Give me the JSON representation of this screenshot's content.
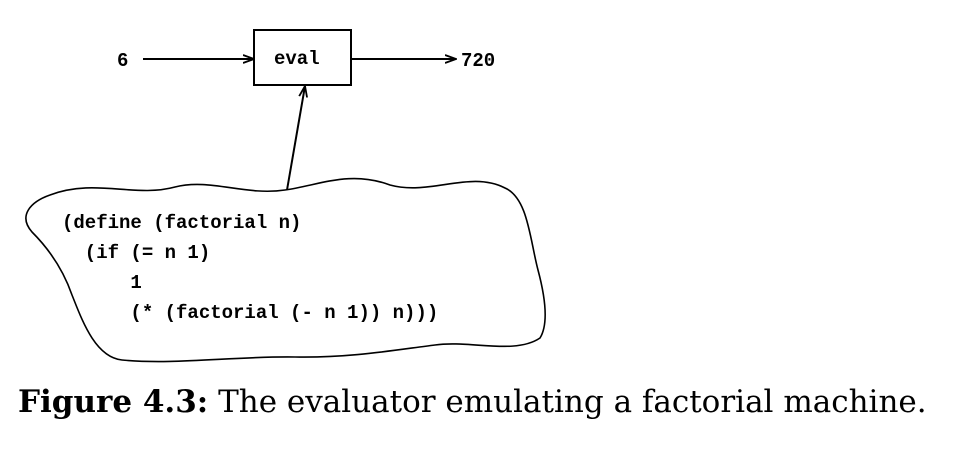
{
  "diagram": {
    "input_value": "6",
    "box_label": "eval",
    "output_value": "720",
    "code_lines": [
      "(define (factorial n)",
      "  (if (= n 1)",
      "      1",
      "      (* (factorial (- n 1)) n)))"
    ]
  },
  "caption": {
    "label": "Figure 4.3:",
    "text": "The evaluator emulating a factorial machine."
  }
}
